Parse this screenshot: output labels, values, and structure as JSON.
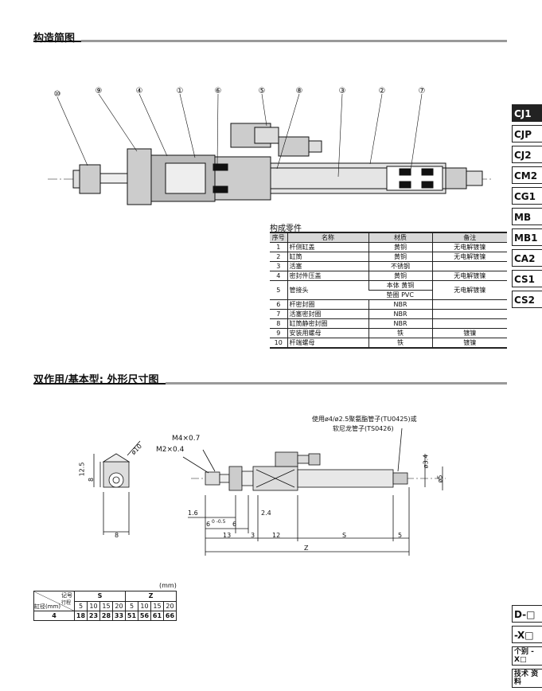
{
  "sections": {
    "structure": "构造简图",
    "dimensions": "双作用/基本型: 外形尺寸图"
  },
  "side_tabs": [
    "CJ1",
    "CJP",
    "CJ2",
    "CM2",
    "CG1",
    "MB",
    "MB1",
    "CA2",
    "CS1",
    "CS2"
  ],
  "side_tabs_bottom": [
    "D-□",
    "-X□",
    "个别 -X□",
    "技术 资料"
  ],
  "callouts": [
    "⑩",
    "⑨",
    "④",
    "①",
    "⑥",
    "⑤",
    "⑧",
    "③",
    "②",
    "⑦"
  ],
  "parts": {
    "caption": "构成零件",
    "headers": [
      "序号",
      "名称",
      "材质",
      "备注"
    ],
    "rows": [
      {
        "no": "1",
        "name": "杆侧缸盖",
        "material": "黄铜",
        "note": "无电解镀镍"
      },
      {
        "no": "2",
        "name": "缸筒",
        "material": "黄铜",
        "note": "无电解镀镍"
      },
      {
        "no": "3",
        "name": "活塞",
        "material": "不锈钢",
        "note": ""
      },
      {
        "no": "4",
        "name": "密封件压盖",
        "material": "黄铜",
        "note": "无电解镀镍"
      },
      {
        "no": "5",
        "name": "管接头",
        "material": "本体 黄铜",
        "note": "无电解镀镍",
        "material2": "垫圈 PVC"
      },
      {
        "no": "6",
        "name": "杆密封圈",
        "material": "NBR",
        "note": ""
      },
      {
        "no": "7",
        "name": "活塞密封圈",
        "material": "NBR",
        "note": ""
      },
      {
        "no": "8",
        "name": "缸筒静密封圈",
        "material": "NBR",
        "note": ""
      },
      {
        "no": "9",
        "name": "安装用螺母",
        "material": "铁",
        "note": "镀镍"
      },
      {
        "no": "10",
        "name": "杆端螺母",
        "material": "铁",
        "note": "镀镍"
      }
    ]
  },
  "drawing_labels": {
    "tube_note1": "使用ø4/ø2.5聚氨酯管子(TU0425)或",
    "tube_note2": "软尼龙管子(TS0426)",
    "m4": "M4×0.7",
    "m2": "M2×0.4",
    "d10": "ø10",
    "d34": "ø3.4",
    "d5": "ø5",
    "h125": "12.5",
    "h8": "8",
    "w8": "8",
    "d16": "1.6",
    "d6a": "6",
    "tol": "0 -0.5",
    "d6b": "6",
    "d24": "2.4",
    "d13": "13",
    "d3": "3",
    "d12": "12",
    "dS": "S",
    "d5b": "5",
    "dZ": "Z"
  },
  "dim_table": {
    "unit": "(mm)",
    "sym": "记号",
    "stroke": "行程",
    "bore": "缸径(mm)",
    "S": "S",
    "Z": "Z",
    "strokes": [
      "5",
      "10",
      "15",
      "20",
      "5",
      "10",
      "15",
      "20"
    ],
    "bore_val": "4",
    "values": [
      "18",
      "23",
      "28",
      "33",
      "51",
      "56",
      "61",
      "66"
    ]
  }
}
